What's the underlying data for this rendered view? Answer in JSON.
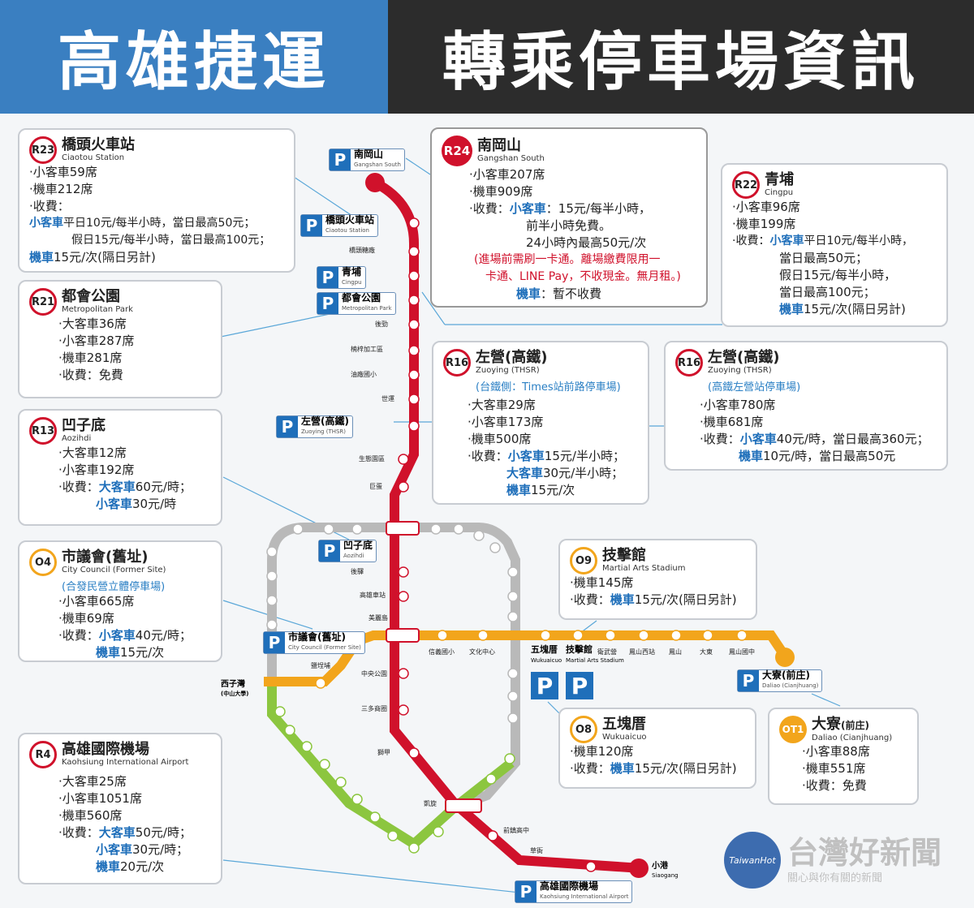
{
  "header": {
    "left": "高雄捷運",
    "right": "轉乘停車場資訊"
  },
  "colors": {
    "red_line": "#d0112b",
    "orange_line": "#f2a51c",
    "circular_line": "#b9b9b9",
    "green_line": "#8cc63f",
    "blue": "#1f6fba"
  },
  "cards": {
    "r23": {
      "code": "R23",
      "zh": "橋頭火車站",
      "en": "Ciaotou Station",
      "l1": "·小客車59席",
      "l2": "·機車212席",
      "l3": "·收費：",
      "l4a": "小客車",
      "l4b": "平日10元/每半小時，當日最高50元；",
      "l5": "假日15元/每半小時，當日最高100元；",
      "l6a": "機車",
      "l6b": "15元/次(隔日另計)"
    },
    "r24": {
      "code": "R24",
      "zh": "南岡山",
      "en": "Gangshan South",
      "l1": "·小客車207席",
      "l2": "·機車909席",
      "l3a": "·收費：",
      "l3b": "小客車",
      "l3c": "：15元/每半小時，",
      "l4": "前半小時免費。",
      "l5": "24小時內最高50元/次",
      "l6": "(進場前需刷一卡通。離場繳費限用一",
      "l7": "卡通、LINE Pay，不收現金。無月租。)",
      "l8a": "機車",
      "l8b": "：暫不收費"
    },
    "r22": {
      "code": "R22",
      "zh": "青埔",
      "en": "Cingpu",
      "l1": "·小客車96席",
      "l2": "·機車199席",
      "l3a": "·收費：",
      "l3b": "小客車",
      "l3c": "平日10元/每半小時，",
      "l4": "當日最高50元；",
      "l5": "假日15元/每半小時，",
      "l6": "當日最高100元；",
      "l7a": "機車",
      "l7b": "15元/次(隔日另計)"
    },
    "r21": {
      "code": "R21",
      "zh": "都會公園",
      "en": "Metropolitan Park",
      "l1": "·大客車36席",
      "l2": "·小客車287席",
      "l3": "·機車281席",
      "l4": "·收費：免費"
    },
    "r16a": {
      "code": "R16",
      "zh": "左營(高鐵)",
      "en": "Zuoying (THSR)",
      "note": "(台鐵側：Times站前路停車場)",
      "l1": "·大客車29席",
      "l2": "·小客車173席",
      "l3": "·機車500席",
      "l4a": "·收費：",
      "l4b": "小客車",
      "l4c": "15元/半小時；",
      "l5a": "大客車",
      "l5b": "30元/半小時；",
      "l6a": "機車",
      "l6b": "15元/次"
    },
    "r16b": {
      "code": "R16",
      "zh": "左營(高鐵)",
      "en": "Zuoying (THSR)",
      "note": "(高鐵左營站停車場)",
      "l1": "·小客車780席",
      "l2": "·機車681席",
      "l3a": "·收費：",
      "l3b": "小客車",
      "l3c": "40元/時，當日最高360元；",
      "l4a": "機車",
      "l4b": "10元/時，當日最高50元"
    },
    "r13": {
      "code": "R13",
      "zh": "凹子底",
      "en": "Aozihdi",
      "l1": "·大客車12席",
      "l2": "·小客車192席",
      "l3a": "·收費：",
      "l3b": "大客車",
      "l3c": "60元/時；",
      "l4a": "小客車",
      "l4b": "30元/時"
    },
    "o4": {
      "code": "O4",
      "zh": "市議會(舊址)",
      "en": "City Council (Former Site)",
      "note": "(合發民營立體停車場)",
      "l1": "·小客車665席",
      "l2": "·機車69席",
      "l3a": "·收費：",
      "l3b": "小客車",
      "l3c": "40元/時；",
      "l4a": "機車",
      "l4b": "15元/次"
    },
    "o9": {
      "code": "O9",
      "zh": "技擊館",
      "en": "Martial Arts Stadium",
      "l1": "·機車145席",
      "l2a": "·收費：",
      "l2b": "機車",
      "l2c": "15元/次(隔日另計)"
    },
    "o8": {
      "code": "O8",
      "zh": "五塊厝",
      "en": "Wukuaicuo",
      "l1": "·機車120席",
      "l2a": "·收費：",
      "l2b": "機車",
      "l2c": "15元/次(隔日另計)"
    },
    "ot1": {
      "code": "OT1",
      "zh": "大寮",
      "zh2": "(前庄)",
      "en": "Daliao (Cianjhuang)",
      "l1": "·小客車88席",
      "l2": "·機車551席",
      "l3": "·收費：免費"
    },
    "r4": {
      "code": "R4",
      "zh": "高雄國際機場",
      "en": "Kaohsiung International Airport",
      "l1": "·大客車25席",
      "l2": "·小客車1051席",
      "l3": "·機車560席",
      "l4a": "·收費：",
      "l4b": "大客車",
      "l4c": "50元/時；",
      "l5a": "小客車",
      "l5b": "30元/時；",
      "l6a": "機車",
      "l6b": "20元/次"
    }
  },
  "map_labels": {
    "p_r24": {
      "zh": "南岡山",
      "en": "Gangshan South"
    },
    "p_r23": {
      "zh": "橋頭火車站",
      "en": "Ciaotou Station"
    },
    "p_r22": {
      "zh": "青埔",
      "en": "Cingpu"
    },
    "p_r21": {
      "zh": "都會公園",
      "en": "Metropolitan Park"
    },
    "p_r16": {
      "zh": "左營(高鐵)",
      "en": "Zuoying (THSR)"
    },
    "p_r13": {
      "zh": "凹子底",
      "en": "Aozihdi"
    },
    "p_o4": {
      "zh": "市議會(舊址)",
      "en": "City Council (Former Site)"
    },
    "p_ot1": {
      "zh": "大寮(前庄)",
      "en": "Daliao (Cianjhuang)"
    },
    "p_r4": {
      "zh": "高雄國際機場",
      "en": "Kaohsiung International Airport"
    },
    "p_o8": {
      "zh": "五塊厝",
      "en": "Wukuaicuo"
    },
    "p_o9": {
      "zh": "技擊館",
      "en": "Martial Arts Stadium"
    },
    "st_r3": {
      "zh": "小港",
      "en": "Siaogang"
    },
    "st_o1": {
      "zh": "西子灣",
      "en": "(中山大學)"
    },
    "st_r22a": "橋頭糖廠",
    "st_r20": "後勁",
    "st_r19": "楠梓加工區",
    "st_r18": "油廠國小",
    "st_r17": "世運",
    "st_r15": "生態園區",
    "st_r14": "巨蛋",
    "st_r12": "後驛",
    "st_r11": "高雄車站",
    "st_r9": "中央公園",
    "st_r8": "三多商圈",
    "st_r7": "獅甲",
    "st_r6": "凱旋",
    "st_r5": "前鎮高中",
    "st_r4a": "草衙",
    "st_o5": "美麗島",
    "st_o6": "信義國小",
    "st_o7": "文化中心",
    "st_o10": "衛武營",
    "st_o11": "鳳山西站",
    "st_o12": "鳳山",
    "st_o13": "大東",
    "st_o14": "鳳山國中",
    "st_o2": "鹽埕埔"
  },
  "watermark": {
    "name": "台灣好新聞",
    "sub": "關心與你有關的新聞",
    "logo": "TaiwanHot"
  }
}
